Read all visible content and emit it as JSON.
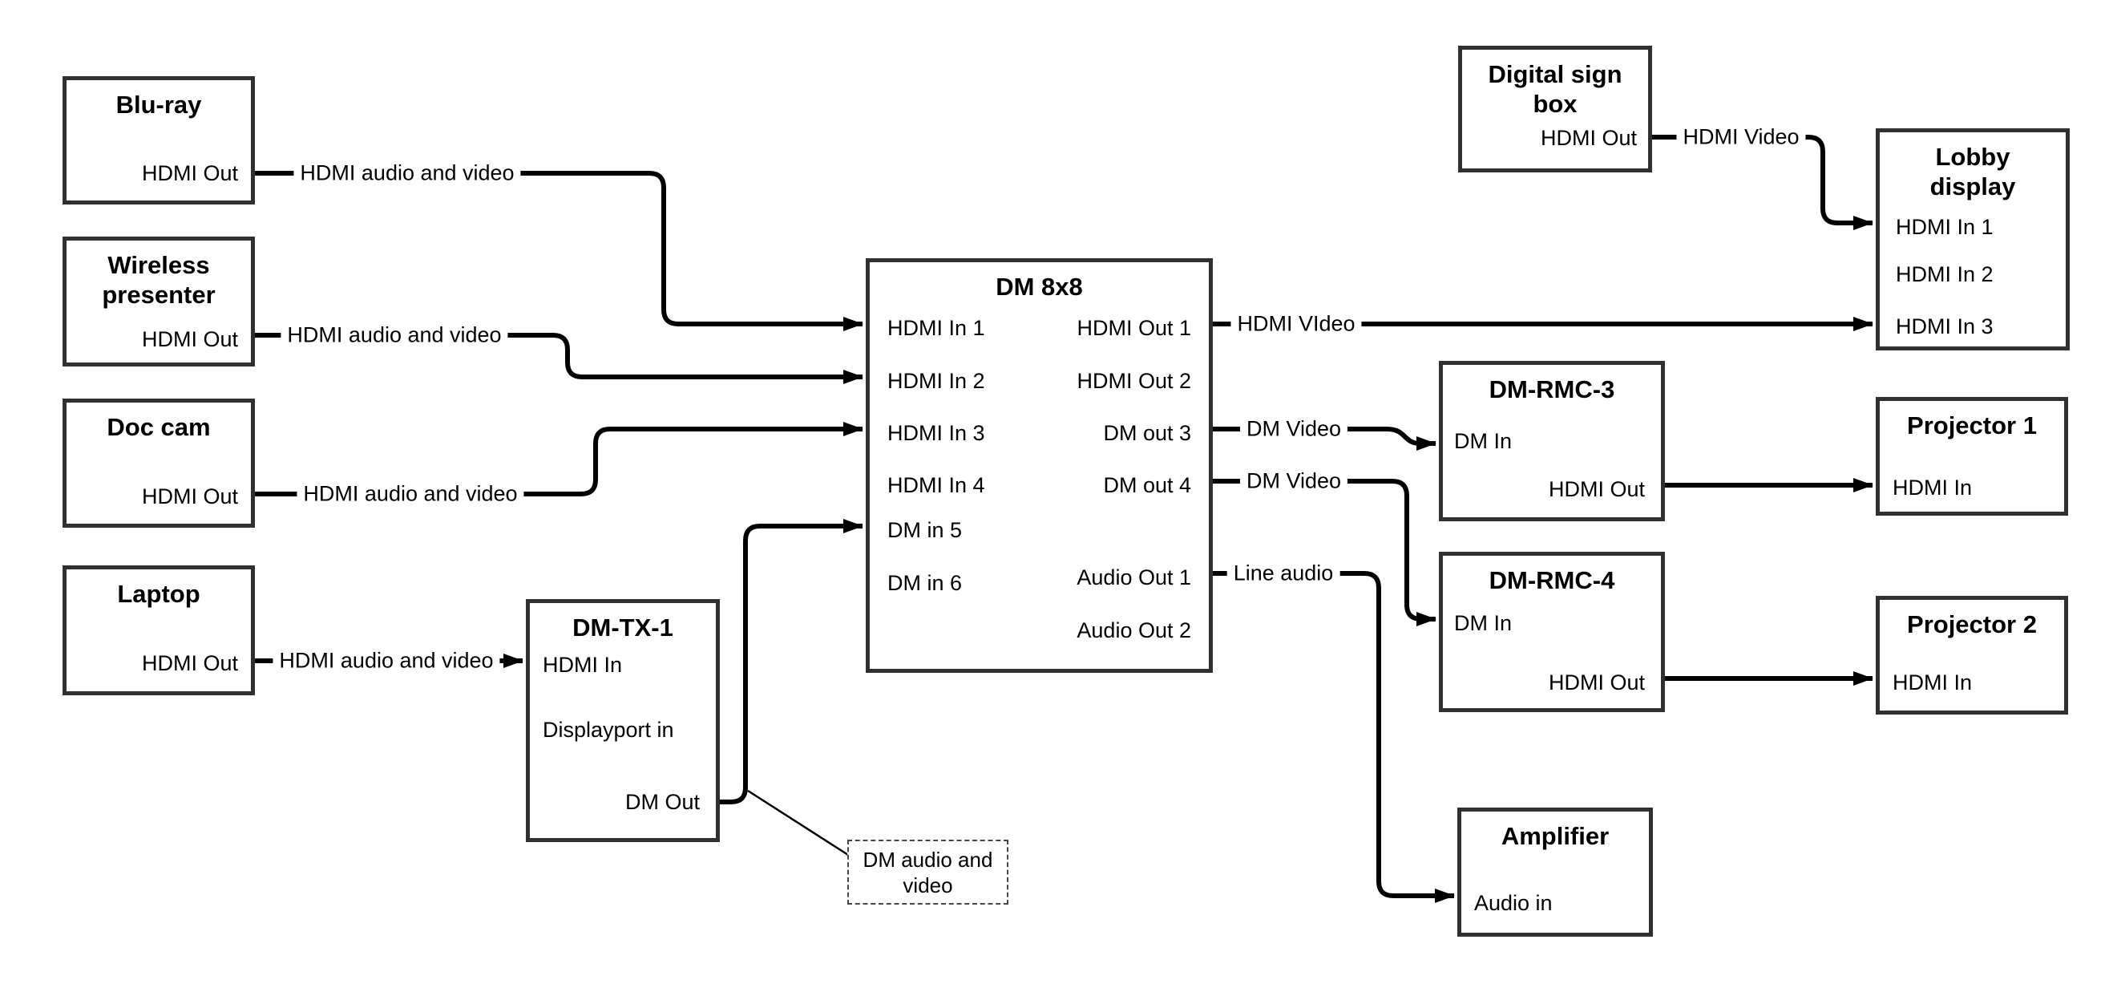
{
  "diagram": {
    "colors": {
      "line": "#000000",
      "box_border": "#303030",
      "background": "#ffffff",
      "text": "#000000"
    },
    "nodes": {
      "bluray": {
        "title": "Blu-ray",
        "port_out": "HDMI Out"
      },
      "wireless": {
        "title": "Wireless presenter",
        "port_out": "HDMI Out"
      },
      "doc_cam": {
        "title": "Doc cam",
        "port_out": "HDMI Out"
      },
      "laptop": {
        "title": "Laptop",
        "port_out": "HDMI Out"
      },
      "dm_tx_1": {
        "title": "DM-TX-1",
        "port_hdmi_in": "HDMI In",
        "port_dp_in": "Displayport in",
        "port_dm_out": "DM Out"
      },
      "dm_8x8": {
        "title": "DM 8x8",
        "in1": "HDMI In 1",
        "in2": "HDMI In 2",
        "in3": "HDMI In 3",
        "in4": "HDMI In 4",
        "in5": "DM in 5",
        "in6": "DM in 6",
        "out1": "HDMI Out 1",
        "out2": "HDMI Out 2",
        "out3": "DM out 3",
        "out4": "DM out 4",
        "out5": "Audio Out 1",
        "out6": "Audio Out 2"
      },
      "digital_sign_box": {
        "title": "Digital sign box",
        "port_out": "HDMI Out"
      },
      "lobby_display": {
        "title": "Lobby display",
        "in1": "HDMI In 1",
        "in2": "HDMI In 2",
        "in3": "HDMI In 3"
      },
      "dm_rmc_3": {
        "title": "DM-RMC-3",
        "port_dm_in": "DM In",
        "port_hdmi_out": "HDMI Out"
      },
      "projector_1": {
        "title": "Projector 1",
        "port_in": "HDMI In"
      },
      "dm_rmc_4": {
        "title": "DM-RMC-4",
        "port_dm_in": "DM In",
        "port_hdmi_out": "HDMI Out"
      },
      "projector_2": {
        "title": "Projector 2",
        "port_in": "HDMI In"
      },
      "amplifier": {
        "title": "Amplifier",
        "port_in": "Audio in"
      }
    },
    "wire_labels": {
      "bluray_av": "HDMI audio and video",
      "wireless_av": "HDMI audio and video",
      "doccam_av": "HDMI audio and video",
      "laptop_av": "HDMI audio and video",
      "out1_video": "HDMI VIdeo",
      "out3_video": "DM Video",
      "out4_video": "DM Video",
      "audio1_line": "Line audio",
      "signbox_video": "HDMI Video"
    },
    "note": {
      "text": "DM audio and video"
    }
  }
}
